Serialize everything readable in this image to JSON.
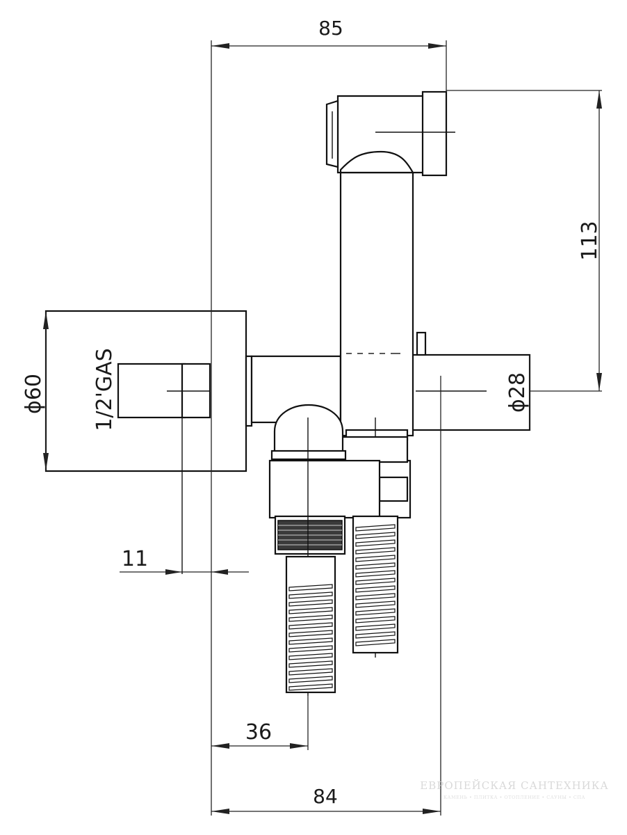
{
  "dimensions": {
    "top_width": "85",
    "height": "113",
    "flange_diameter": "ϕ60",
    "thread": "1/2'GAS",
    "body_diameter": "ϕ28",
    "wall_offset": "11",
    "outlet_offset": "36",
    "bottom_width": "84"
  },
  "watermark": {
    "title": "ЕВРОПЕЙСКАЯ САНТЕХНИКА",
    "subtitle": "КАМЕНЬ • ПЛИТКА • ОТОПЛЕНИЕ • САУНЫ • СПА"
  },
  "colors": {
    "line": "#111111",
    "background": "#ffffff",
    "watermark": "#d9d9d9"
  }
}
